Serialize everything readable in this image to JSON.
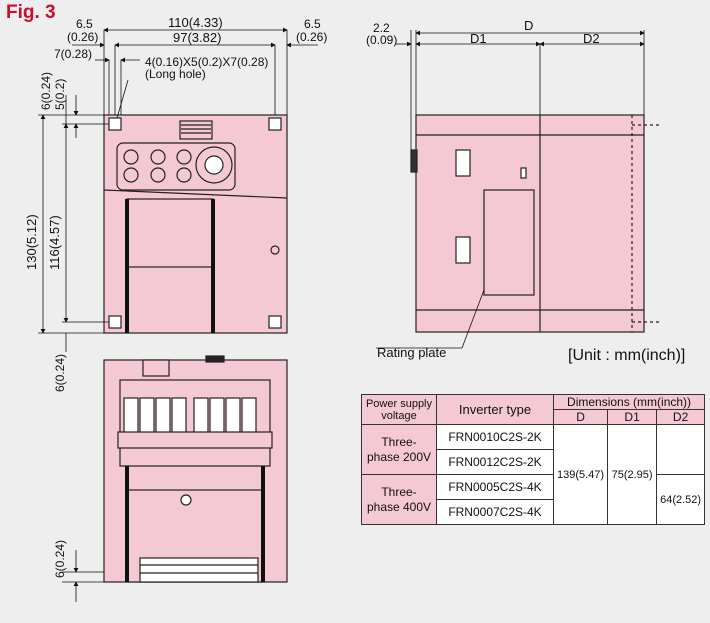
{
  "figure_label": "Fig. 3",
  "unit_note": "[Unit : mm(inch)]",
  "rating_plate_label": "Rating plate",
  "dimensions": {
    "top_left_margin": "6.5",
    "top_left_margin_in": "(0.26)",
    "overall_width": "110(4.33)",
    "hole_pitch_width": "97(3.82)",
    "top_right_margin": "6.5",
    "top_right_margin_in": "(0.26)",
    "edge_7": "7(0.28)",
    "hole_spec": "4(0.16)X5(0.2)X7(0.28)",
    "hole_type": "(Long hole)",
    "v_6": "6(0.24)",
    "v_5": "5(0.2)",
    "overall_height": "130(5.12)",
    "hole_pitch_height": "116(4.57)",
    "bottom_margin": "6(0.24)",
    "side_offset": "2.2",
    "side_offset_in": "(0.09)",
    "depth_D": "D",
    "depth_D1": "D1",
    "depth_D2": "D2",
    "bottom_view_margin": "6(0.24)"
  },
  "table": {
    "col_supply": "Power supply voltage",
    "col_type": "Inverter type",
    "col_dims": "Dimensions (mm(inch))",
    "col_D": "D",
    "col_D1": "D1",
    "col_D2": "D2",
    "rows": [
      {
        "supply": "Three-phase 200V",
        "type": "FRN0010C2S-2K"
      },
      {
        "type": "FRN0012C2S-2K"
      },
      {
        "supply": "Three-phase 400V",
        "type": "FRN0005C2S-4K"
      },
      {
        "type": "FRN0007C2S-4K"
      }
    ],
    "D_value": "139(5.47)",
    "D1_value": "75(2.95)",
    "D2_value": "64(2.52)"
  },
  "colors": {
    "body_pink": "#f5c9d4",
    "outline": "#222222",
    "figure_red": "#c8102e",
    "background": "#eeeeee"
  }
}
